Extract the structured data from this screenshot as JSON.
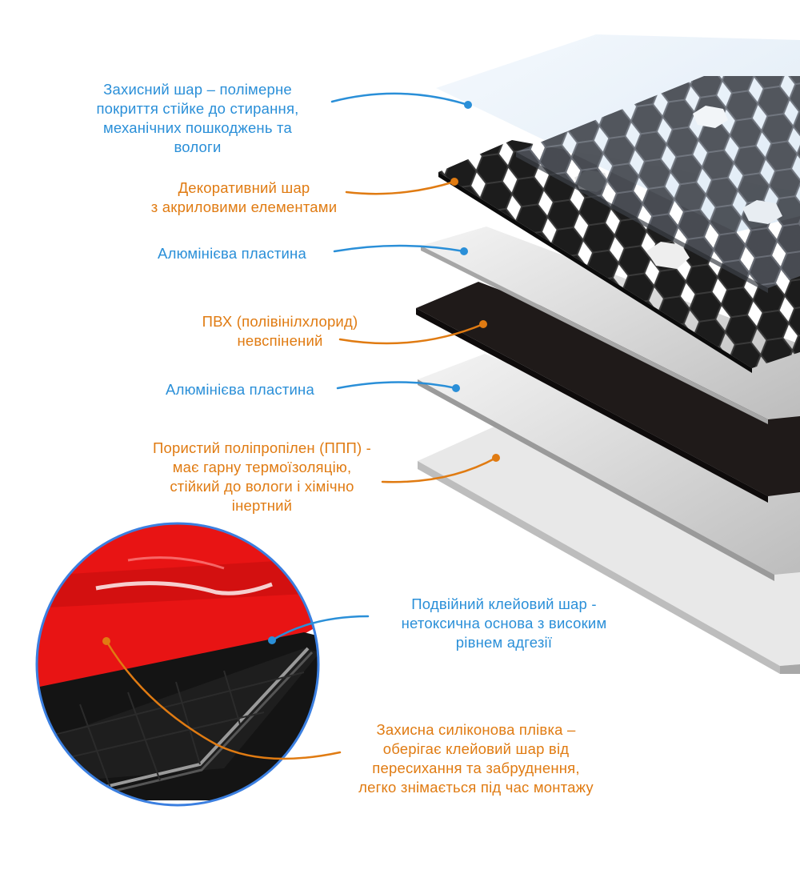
{
  "colors": {
    "blue": "#2a8fd8",
    "orange": "#e07b12",
    "red_film": "#e81414",
    "black_layer": "#141414"
  },
  "layers": [
    {
      "id": "protective",
      "color": "blue",
      "lines": [
        "Захисний шар – полімерне",
        "покриття стійке до стирання,",
        "механічних пошкоджень та",
        "вологи"
      ]
    },
    {
      "id": "decorative",
      "color": "orange",
      "lines": [
        "Декоративний шар",
        "з акриловими елементами"
      ]
    },
    {
      "id": "aluminum1",
      "color": "blue",
      "lines": [
        "Алюмінієва пластина"
      ]
    },
    {
      "id": "pvc",
      "color": "orange",
      "lines": [
        "ПВХ (полівінілхлорид)",
        "невспінений"
      ]
    },
    {
      "id": "aluminum2",
      "color": "blue",
      "lines": [
        "Алюмінієва пластина"
      ]
    },
    {
      "id": "polypropylene",
      "color": "orange",
      "lines": [
        "Пористий поліпропілен (ППП) -",
        "має гарну термоїзоляцію,",
        "стійкий до вологи і хімічно",
        "інертний"
      ]
    },
    {
      "id": "adhesive",
      "color": "blue",
      "lines": [
        "Подвійний клейовий шар -",
        "нетоксична основа з високим",
        "рівнем адгезії"
      ]
    },
    {
      "id": "silicone",
      "color": "orange",
      "lines": [
        "Захисна силіконова плівка –",
        "оберігає клейовий шар від",
        "пересихання та забруднення,",
        "легко знімається під час монтажу"
      ]
    }
  ]
}
